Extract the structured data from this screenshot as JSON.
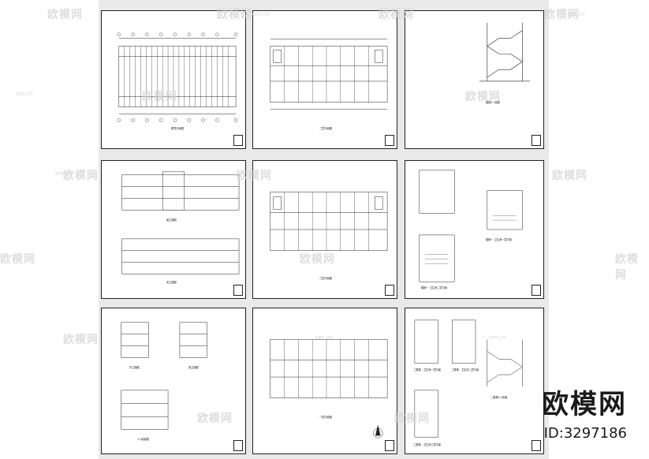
{
  "watermark": {
    "brand": "欧模网",
    "site": "om.cn",
    "id_label": "ID:3297186"
  },
  "sheets": [
    {
      "id": "s1",
      "labels": [
        "屋顶平面图"
      ]
    },
    {
      "id": "s2",
      "labels": [
        "二层平面图"
      ]
    },
    {
      "id": "s3",
      "labels": [
        "楼梯1-1剖面"
      ]
    },
    {
      "id": "s4",
      "labels": [
        "南立面图",
        "北立面图"
      ]
    },
    {
      "id": "s5",
      "labels": [
        "三层平面图"
      ]
    },
    {
      "id": "s6",
      "labels": [
        "楼梯一 卫生间一层平面",
        "楼梯一 卫生间二层平面"
      ]
    },
    {
      "id": "s7",
      "labels": [
        "东立面图",
        "西立面图",
        "1-1剖面图"
      ]
    },
    {
      "id": "s8",
      "labels": [
        "一层平面图"
      ]
    },
    {
      "id": "s9",
      "labels": [
        "二楼梯、卫生间一层平面",
        "二楼梯、卫生间二层平面",
        "二楼梯、卫生间三层平面",
        "二楼梯1-1剖面"
      ]
    }
  ]
}
